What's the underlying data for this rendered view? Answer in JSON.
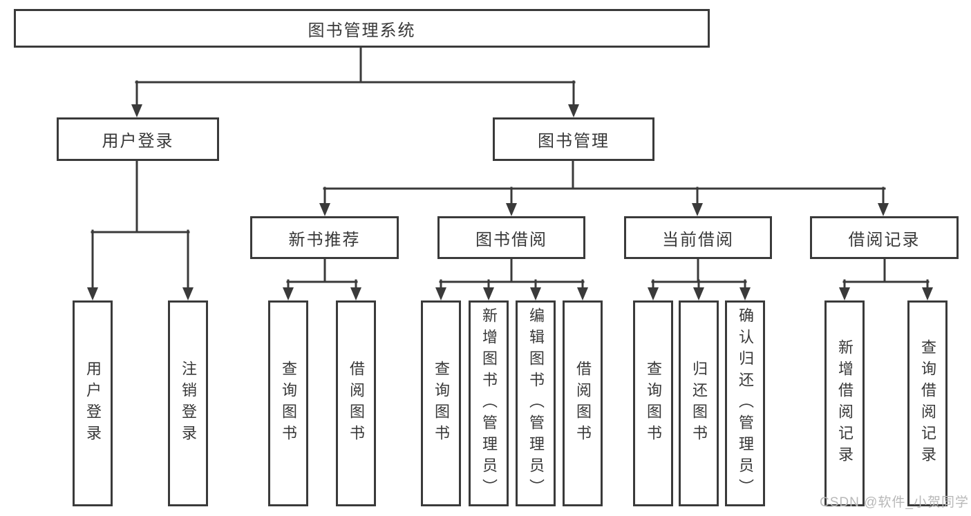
{
  "diagram": {
    "title": "图书管理系统",
    "nodes": {
      "root": "图书管理系统",
      "user_login": "用户登录",
      "book_mgmt": "图书管理",
      "new_book_rec": "新书推荐",
      "book_borrow": "图书借阅",
      "current_borrow": "当前借阅",
      "borrow_record": "借阅记录",
      "leaf_user_login": "用户登录",
      "leaf_logout": "注销登录",
      "leaf_nbr_query_book": "查询图书",
      "leaf_nbr_borrow_book": "借阅图书",
      "leaf_bb_query_book": "查询图书",
      "leaf_bb_add_book": "新增图书（管理员）",
      "leaf_bb_edit_book": "编辑图书（管理员）",
      "leaf_bb_borrow_book": "借阅图书",
      "leaf_cb_query_book": "查询图书",
      "leaf_cb_return_book": "归还图书",
      "leaf_cb_confirm_return": "确认归还（管理员）",
      "leaf_br_add_record": "新增借阅记录",
      "leaf_br_query_record": "查询借阅记录"
    },
    "watermark": "CSDN @软件_小贺同学",
    "colors": {
      "line": "#3a3a3a",
      "text": "#383838",
      "watermark": "#b8b8b8",
      "background": "#ffffff"
    }
  }
}
